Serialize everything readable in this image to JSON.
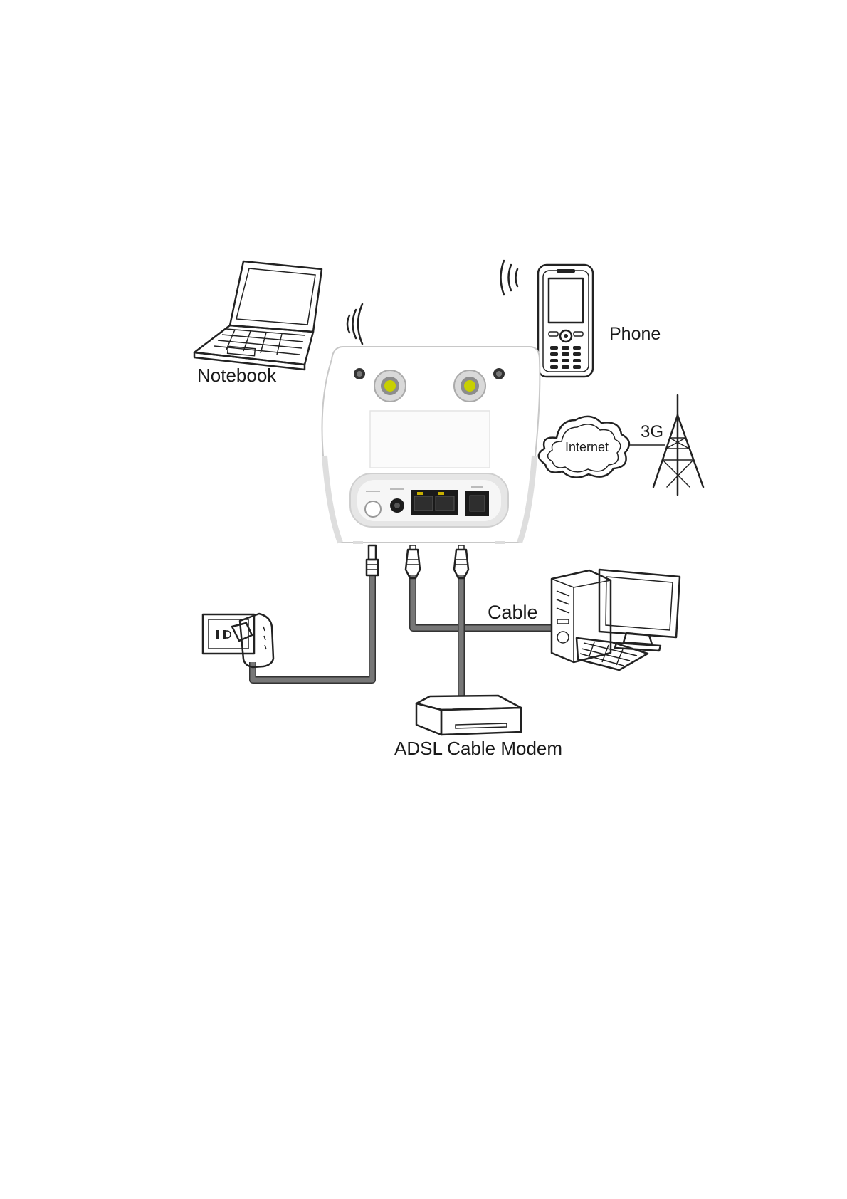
{
  "labels": {
    "notebook": "Notebook",
    "phone": "Phone",
    "internet": "Internet",
    "network_3g": "3G",
    "cable": "Cable",
    "modem": "ADSL Cable Modem"
  },
  "colors": {
    "line": "#222222",
    "cable": "#777777",
    "antenna_port": "#c8d000",
    "router_body": "#ffffff",
    "router_panel": "#e6e6e6"
  }
}
